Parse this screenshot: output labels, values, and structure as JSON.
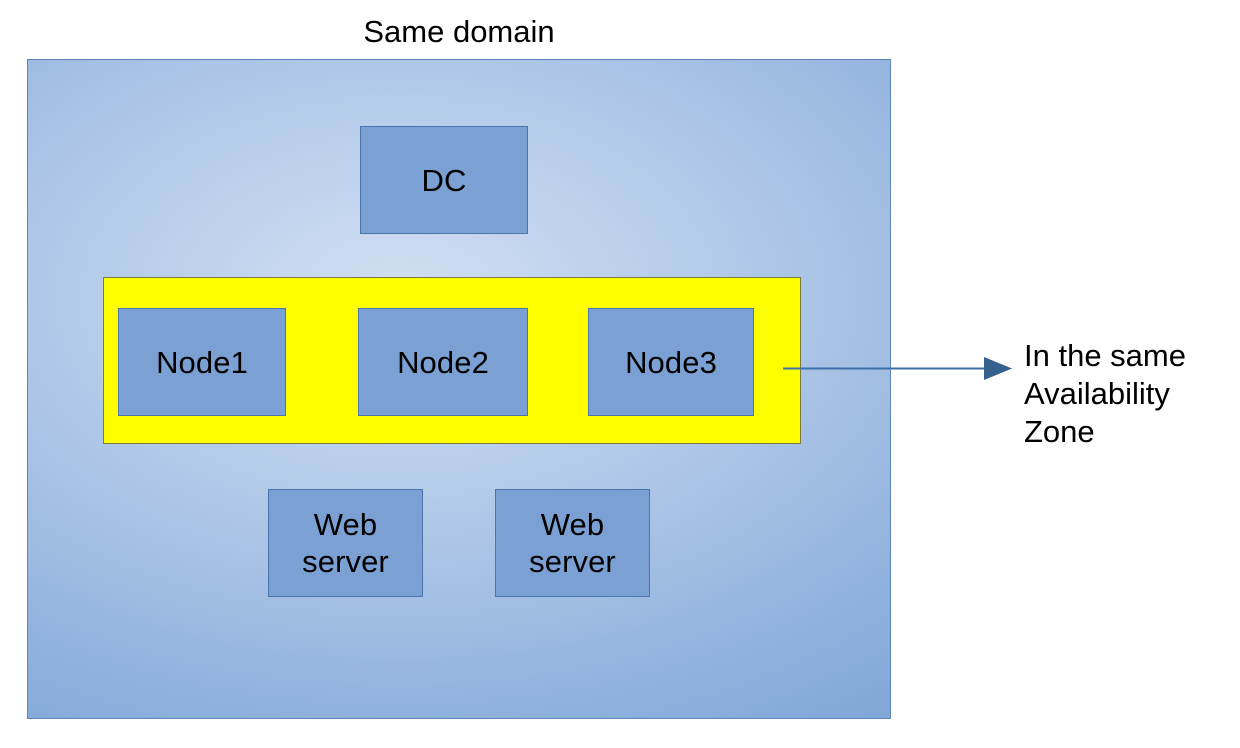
{
  "diagram": {
    "title": "Same domain",
    "domain_container": {
      "name": "Same domain",
      "fill_center_color": "#c9d9ef",
      "fill_edge_color": "#79a3d6",
      "border_color": "#5a86bd"
    },
    "availability_zone": {
      "highlight_color": "#ffff00",
      "border_color": "#7b7b3a"
    },
    "node_style": {
      "fill_color": "#7ba1d4",
      "border_color": "#4a75ad",
      "text_color": "#000000"
    },
    "nodes": [
      {
        "id": "dc",
        "label": "DC",
        "group": "domain"
      },
      {
        "id": "node1",
        "label": "Node1",
        "group": "availability-zone"
      },
      {
        "id": "node2",
        "label": "Node2",
        "group": "availability-zone"
      },
      {
        "id": "node3",
        "label": "Node3",
        "group": "availability-zone"
      },
      {
        "id": "web1",
        "label": "Web\nserver",
        "group": "domain"
      },
      {
        "id": "web2",
        "label": "Web\nserver",
        "group": "domain"
      }
    ],
    "annotation": {
      "text": "In the same\nAvailability\nZone",
      "arrow_color": "#3f6fa8",
      "arrow_head_color": "#36618e",
      "points_to": "availability-zone"
    }
  }
}
